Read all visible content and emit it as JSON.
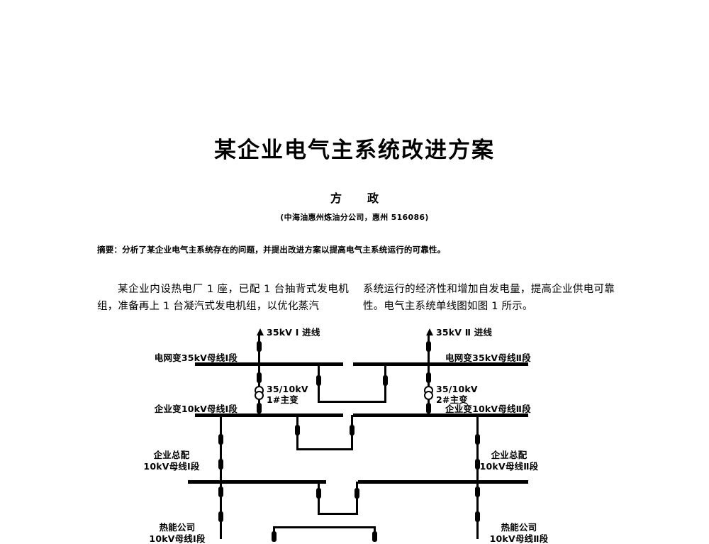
{
  "document": {
    "title": "某企业电气主系统改进方案",
    "author": "方　政",
    "affiliation": "(中海油惠州炼油分公司，惠州 516086)",
    "abstract": "摘要：分析了某企业电气主系统存在的问题，并提出改进方案以提高电气主系统运行的可靠性。",
    "body": {
      "left_column": "某企业内设热电厂 1 座，已配 1 台抽背式发电机组，准备再上 1 台凝汽式发电机组，以优化蒸汽",
      "right_column": "系统运行的经济性和增加自发电量，提高企业供电可靠性。电气主系统单线图如图 1 所示。"
    }
  },
  "diagram": {
    "name": "电气主系统单线图",
    "labels": {
      "incoming_line_1": "35kV Ⅰ 进线",
      "incoming_line_2": "35kV Ⅱ 进线",
      "grid_bus_1": "电网变35kV母线Ⅰ段",
      "grid_bus_2": "电网变35kV母线Ⅱ段",
      "transformer_1_rating": "35/10kV",
      "transformer_1_name": "1#主变",
      "transformer_2_rating": "35/10kV",
      "transformer_2_name": "2#主变",
      "plant_bus_1": "企业变10kV母线Ⅰ段",
      "plant_bus_2": "企业变10kV母线Ⅱ段",
      "main_dist_1_line1": "企业总配",
      "main_dist_1_line2": "10kV母线Ⅰ段",
      "main_dist_2_line1": "企业总配",
      "main_dist_2_line2": "10kV母线Ⅱ段",
      "thermal_1_line1": "热能公司",
      "thermal_1_line2": "10kV母线Ⅰ段",
      "thermal_2_line1": "热能公司",
      "thermal_2_line2": "10kV母线Ⅱ段"
    }
  },
  "colors": {
    "ink": "#000000",
    "paper": "#ffffff"
  }
}
